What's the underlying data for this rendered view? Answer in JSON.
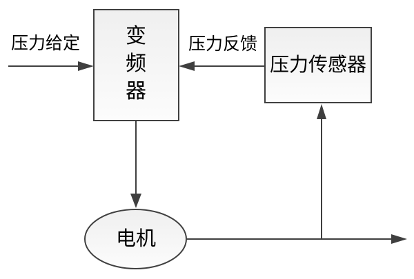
{
  "diagram": {
    "description": "pressure control loop block diagram",
    "background": "#ffffff",
    "line_color": "#3f3f3f",
    "box_border_color": "#404040",
    "box_fill_top": "#efefef",
    "box_fill_bottom": "#fcfcfc",
    "text_color": "#000000",
    "nodes": {
      "inverter": {
        "label": "变频器",
        "shape": "rectangle",
        "text_orientation": "vertical"
      },
      "sensor": {
        "label": "压力传感器",
        "shape": "rectangle",
        "text_orientation": "horizontal"
      },
      "motor": {
        "label": "电机",
        "shape": "ellipse",
        "text_orientation": "horizontal"
      }
    },
    "edges": {
      "setpoint": {
        "label": "压力给定",
        "from": "external-left",
        "to": "inverter"
      },
      "feedback": {
        "label": "压力反馈",
        "from": "sensor",
        "to": "inverter"
      },
      "drive": {
        "label": "",
        "from": "inverter",
        "to": "motor"
      },
      "output": {
        "label": "",
        "from": "motor",
        "to": "external-right"
      },
      "sense": {
        "label": "",
        "from": "output-line",
        "to": "sensor"
      }
    }
  }
}
